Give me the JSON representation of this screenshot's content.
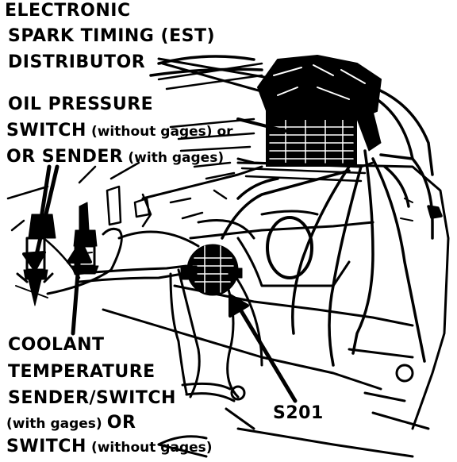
{
  "labels": {
    "est": {
      "line1": "ELECTRONIC",
      "line2": "SPARK TIMING (EST)",
      "line3": "DISTRIBUTOR"
    },
    "oil": {
      "line1": "OIL PRESSURE",
      "line2_a": "SWITCH",
      "line2_b": "(without gages) or",
      "line3_a": "OR SENDER",
      "line3_b": "(with gages)"
    },
    "coolant": {
      "line1": "COOLANT",
      "line2": "TEMPERATURE",
      "line3": "SENDER/SWITCH",
      "line4_a": "(with gages)",
      "line4_b": "OR",
      "line5_a": "SWITCH",
      "line5_b": "(without gages)"
    },
    "splice": "S201"
  },
  "colors": {
    "ink": "#000000",
    "paper": "#ffffff"
  }
}
